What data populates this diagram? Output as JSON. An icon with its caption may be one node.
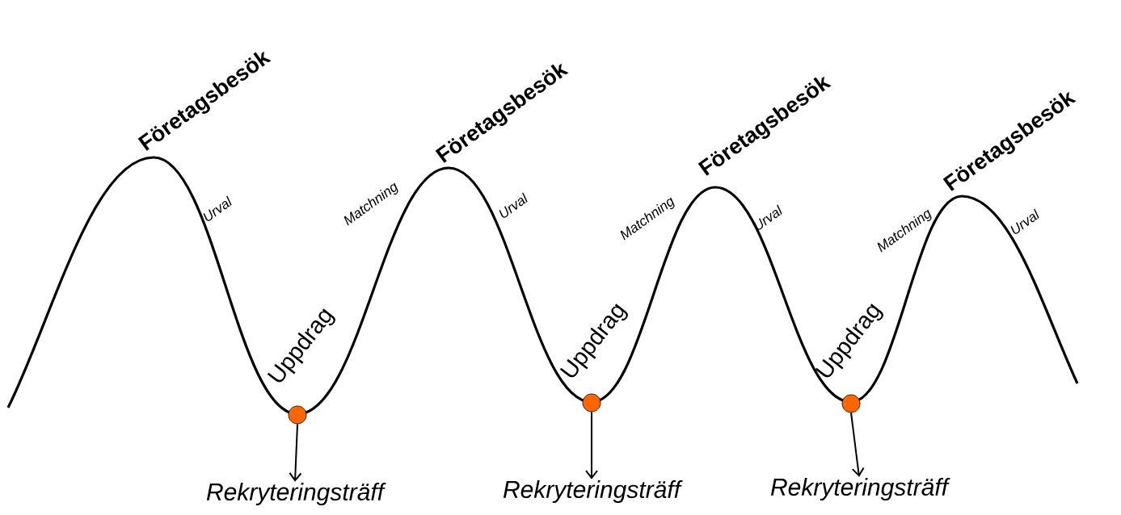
{
  "diagram": {
    "nodes": [
      {
        "text": [],
        "shape": "circle"
      },
      {
        "text": [
          "Rekryteringsträff"
        ]
      },
      {
        "text": [],
        "shape": "circle"
      },
      {
        "text": [
          "Rekryteringsträff"
        ]
      },
      {
        "text": [],
        "shape": "circle"
      },
      {
        "text": [
          "Rekryteringsträff"
        ]
      }
    ],
    "edges": [
      {
        "from": 0,
        "to": 1,
        "arrow": "to"
      },
      {
        "from": 2,
        "to": 3,
        "arrow": "to"
      },
      {
        "from": 4,
        "to": 5,
        "arrow": "to"
      }
    ],
    "labels": [
      "Företagsbesök",
      "Urval",
      "Uppdrag",
      "Matchning",
      "Företagsbesök",
      "Urval",
      "Uppdrag",
      "Matchning",
      "Företagsbesök",
      "Urval",
      "Uppdrag",
      "Matchning",
      "Företagsbesök",
      "Urval"
    ]
  }
}
